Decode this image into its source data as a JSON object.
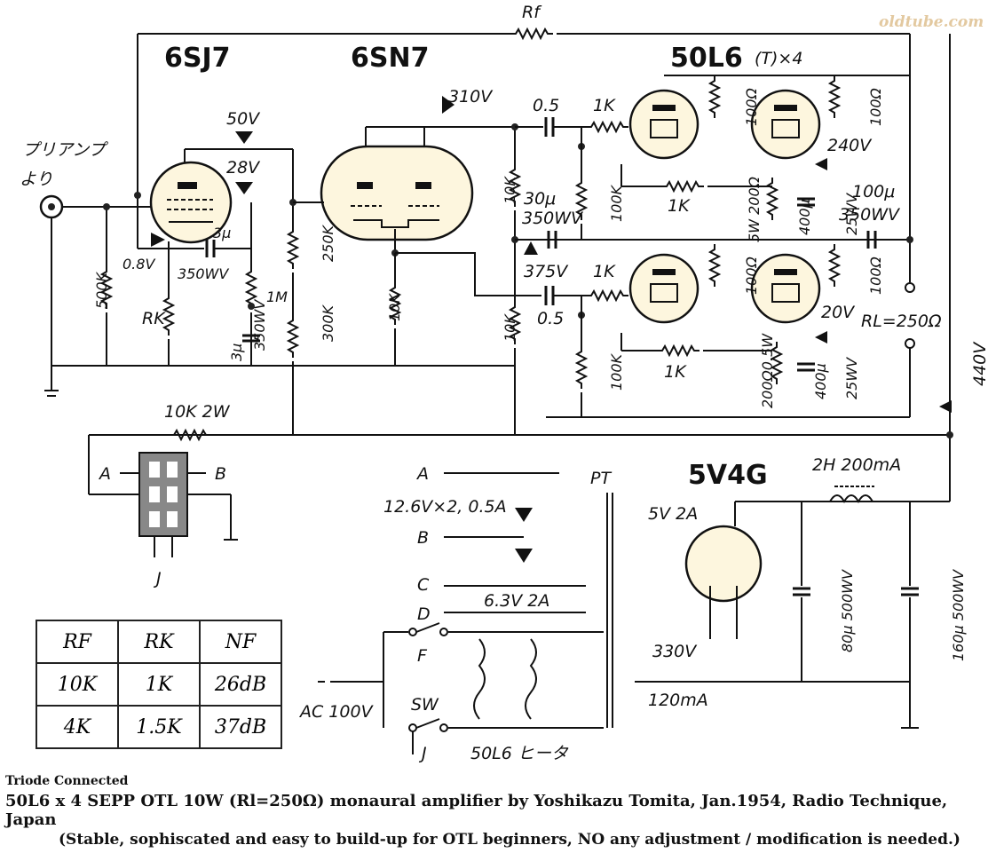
{
  "watermark": "oldtube.com",
  "tubes": {
    "input": "6SJ7",
    "driver": "6SN7",
    "output": "50L6",
    "output_suffix": "(T)×4",
    "rectifier": "5V4G"
  },
  "labels": {
    "rf": "Rf",
    "input_jp": "プリアンプ",
    "input_jp2": "より",
    "v50": "50V",
    "v28": "28V",
    "v08": "0.8V",
    "v310": "310V",
    "v375": "375V",
    "v240": "240V",
    "v20": "20V",
    "v440": "440V",
    "v330": "330V",
    "ma120": "120mA",
    "c3u": "3μ",
    "c350": "350WV",
    "c3u_b": "3μ",
    "c350_b": "350WV",
    "r500k": "500K",
    "rk": "RK",
    "r1m": "1M",
    "r250k": "250K",
    "r300k": "300K",
    "r10k_a": "10K",
    "r10k_b": "10K",
    "r10k_c": "10K",
    "c05_a": "0.5",
    "c05_b": "0.5",
    "r1k_a": "1K",
    "r1k_b": "1K",
    "r1k_c": "1K",
    "r1k_d": "1K",
    "r100k_a": "100K",
    "r100k_b": "100K",
    "c30u": "30μ",
    "c350wv2": "350WV",
    "r100_a": "100Ω",
    "r100_b": "100Ω",
    "r100_c": "100Ω",
    "r100_d": "100Ω",
    "r200_5w": "5W 200Ω",
    "c400_a": "400μ",
    "wv25_a": "25WV",
    "c100u": "100μ",
    "c350wv3": "350WV",
    "rl": "RL=250Ω",
    "r200_05w": "200Ω0.5W",
    "c400_b": "400μ",
    "wv25_b": "25WV",
    "r10k2w": "10K 2W",
    "sock_a": "A",
    "sock_b": "B",
    "sock_j": "J",
    "pt": "PT",
    "pt_a": "A",
    "pt_b": "B",
    "pt_c": "C",
    "pt_d": "D",
    "pt_f": "F",
    "heater126": "12.6V×2, 0.5A",
    "heater63": "6.3V 2A",
    "fil5v": "5V 2A",
    "choke": "2H 200mA",
    "c80": "80μ 500WV",
    "c160": "160μ 500WV",
    "ac": "AC 100V",
    "sw": "SW",
    "j2": "J",
    "heater_jp": "50L6 ヒータ"
  },
  "nf_table": {
    "headers": [
      "RF",
      "RK",
      "NF"
    ],
    "rows": [
      [
        "10K",
        "1K",
        "26dB"
      ],
      [
        "4K",
        "1.5K",
        "37dB"
      ]
    ]
  },
  "caption": {
    "line1": "Triode Connected",
    "line2": "50L6 x 4 SEPP OTL 10W (Rl=250Ω) monaural amplifier by Yoshikazu Tomita, Jan.1954, Radio Technique, Japan",
    "line3": "(Stable, sophiscated and easy to build-up for OTL beginners, NO any adjustment / modification is needed.)"
  }
}
